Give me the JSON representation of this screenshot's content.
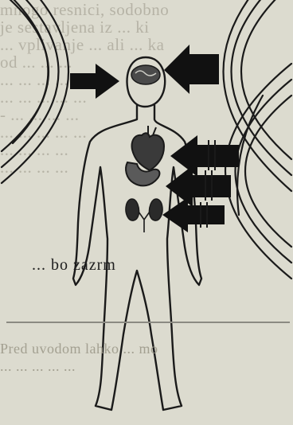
{
  "background_text": {
    "lines": [
      "mnogo resnici, sodobno",
      "je sestavljena iz ... ki",
      "... vplivanje ... ali ... ka",
      "od ... ... ...",
      "... ... ... ...",
      "... ... ... ... ...",
      "- ... ... ... ...",
      "... ... ... ... ...",
      "... ... ... ...",
      "... ... ... ..."
    ]
  },
  "caption": "... bo zazrm",
  "bottom_text": {
    "line1": "Pred uvodom lahko ... mo",
    "line2": "... ... ... ... ..."
  },
  "colors": {
    "paper": "#dcdbcf",
    "ink": "#1e1e1e",
    "bleed": "#b6b3a6"
  }
}
